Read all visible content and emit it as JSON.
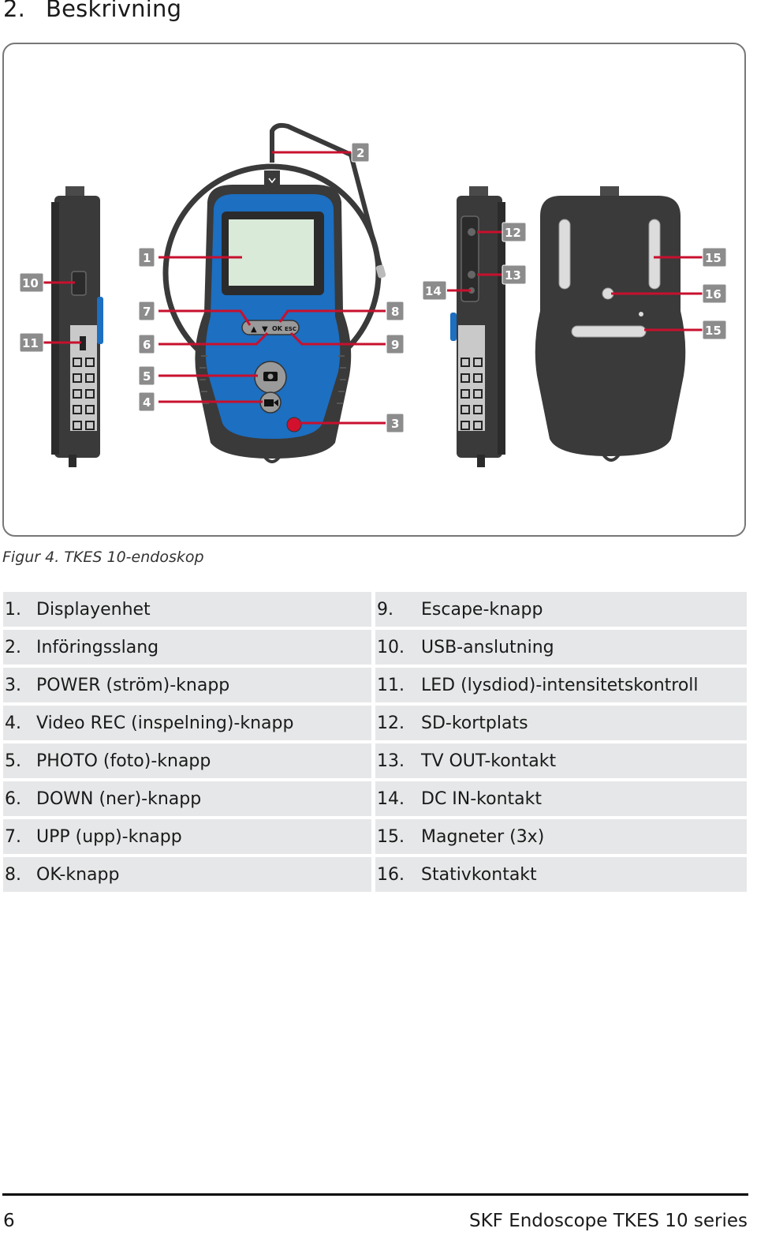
{
  "heading": {
    "number": "2.",
    "title": "Beskrivning"
  },
  "figure": {
    "caption": "Figur 4. TKES 10-endoskop",
    "buttons": {
      "ok": "OK",
      "esc": "ESC",
      "up": "▲",
      "down": "▼"
    },
    "callouts": [
      "1",
      "2",
      "3",
      "4",
      "5",
      "6",
      "7",
      "8",
      "9",
      "10",
      "11",
      "12",
      "13",
      "14",
      "15",
      "16",
      "15"
    ]
  },
  "legend": {
    "left": [
      {
        "n": "1.",
        "t": "Displayenhet"
      },
      {
        "n": "2.",
        "t": "Införingsslang"
      },
      {
        "n": "3.",
        "t": "POWER (ström)-knapp"
      },
      {
        "n": "4.",
        "t": "Video REC (inspelning)-knapp"
      },
      {
        "n": "5.",
        "t": "PHOTO (foto)-knapp"
      },
      {
        "n": "6.",
        "t": "DOWN (ner)-knapp"
      },
      {
        "n": "7.",
        "t": "UPP (upp)-knapp"
      },
      {
        "n": "8.",
        "t": "OK-knapp"
      }
    ],
    "right": [
      {
        "n": "9.",
        "t": "Escape-knapp"
      },
      {
        "n": "10.",
        "t": "USB-anslutning"
      },
      {
        "n": "11.",
        "t": "LED (lysdiod)-intensitetskontroll"
      },
      {
        "n": "12.",
        "t": "SD-kortplats"
      },
      {
        "n": "13.",
        "t": "TV OUT-kontakt"
      },
      {
        "n": "14.",
        "t": "DC IN-kontakt"
      },
      {
        "n": "15.",
        "t": "Magneter (3x)"
      },
      {
        "n": "16.",
        "t": "Stativkontakt"
      }
    ]
  },
  "footer": {
    "page": "6",
    "title": "SKF Endoscope TKES 10 series"
  },
  "colors": {
    "callout_line": "#c8102e",
    "callout_box": "#8c8c8c",
    "device_blue": "#1c6fc1",
    "device_dark": "#3a3a3a",
    "screen": "#d9ead9"
  }
}
